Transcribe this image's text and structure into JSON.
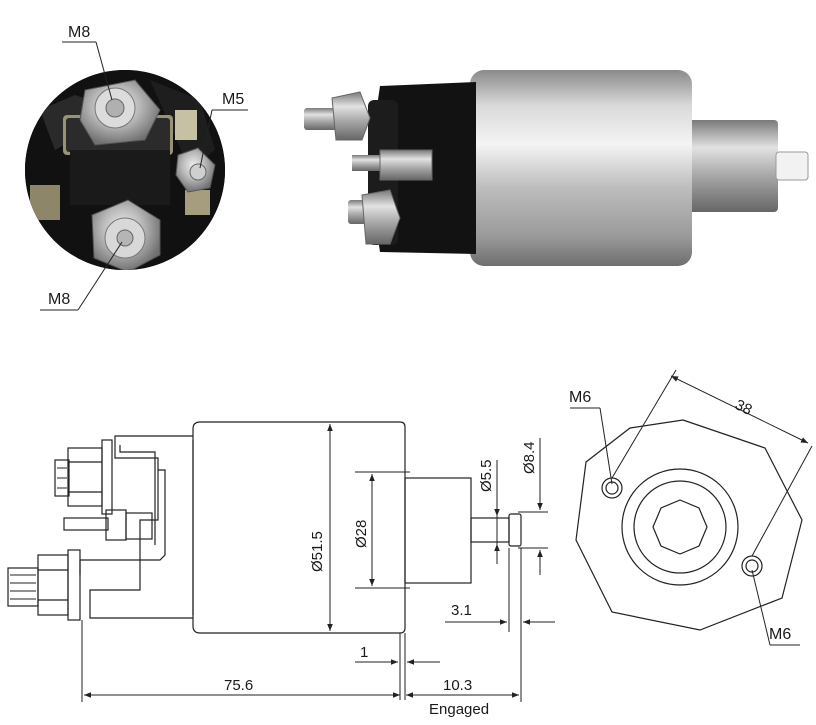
{
  "labels": {
    "m8_top": "M8",
    "m5": "M5",
    "m8_bottom": "M8",
    "m6_top": "M6",
    "m6_bottom": "M6"
  },
  "dimensions": {
    "d51_5": "Ø51.5",
    "d28": "Ø28",
    "d5_5": "Ø5.5",
    "d8_4": "Ø8.4",
    "len_75_6": "75.6",
    "len_10_3": "10.3",
    "engaged": "Engaged",
    "gap_1": "1",
    "len_3_1": "3.1",
    "hole_spacing_38": "38"
  }
}
